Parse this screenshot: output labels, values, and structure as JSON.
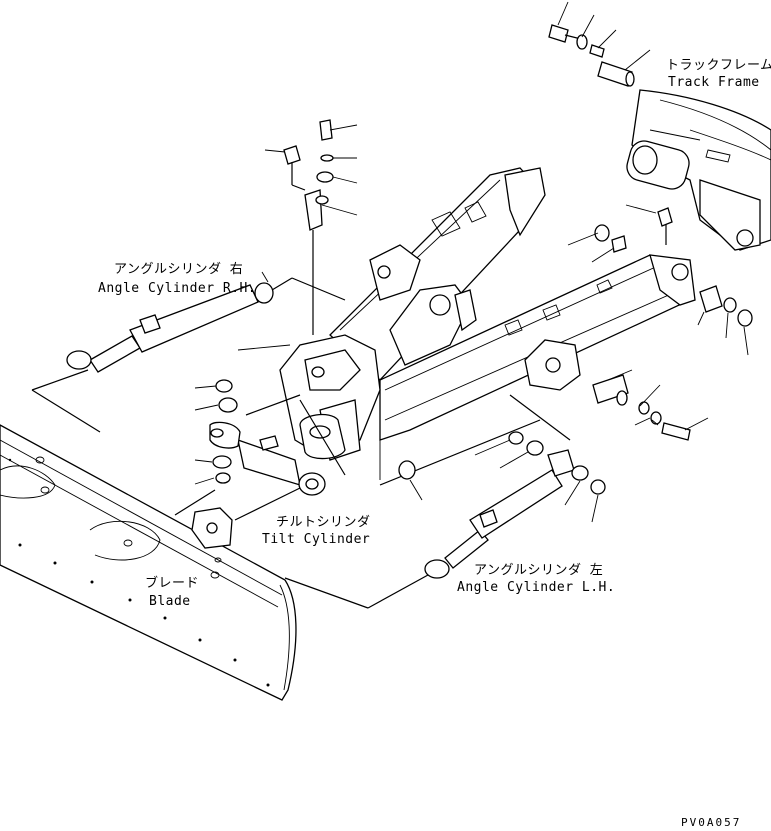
{
  "labels": {
    "track_frame_jp": "トラックフレーム",
    "track_frame_en": "Track Frame",
    "angle_rh_jp": "アングルシリンダ 右",
    "angle_rh_en": "Angle Cylinder R.H.",
    "tilt_jp": "チルトシリンダ",
    "tilt_en": "Tilt Cylinder",
    "angle_lh_jp": "アングルシリンダ 左",
    "angle_lh_en": "Angle Cylinder L.H.",
    "blade_jp": "ブレード",
    "blade_en": "Blade"
  },
  "drawing_code": "PV0A057"
}
